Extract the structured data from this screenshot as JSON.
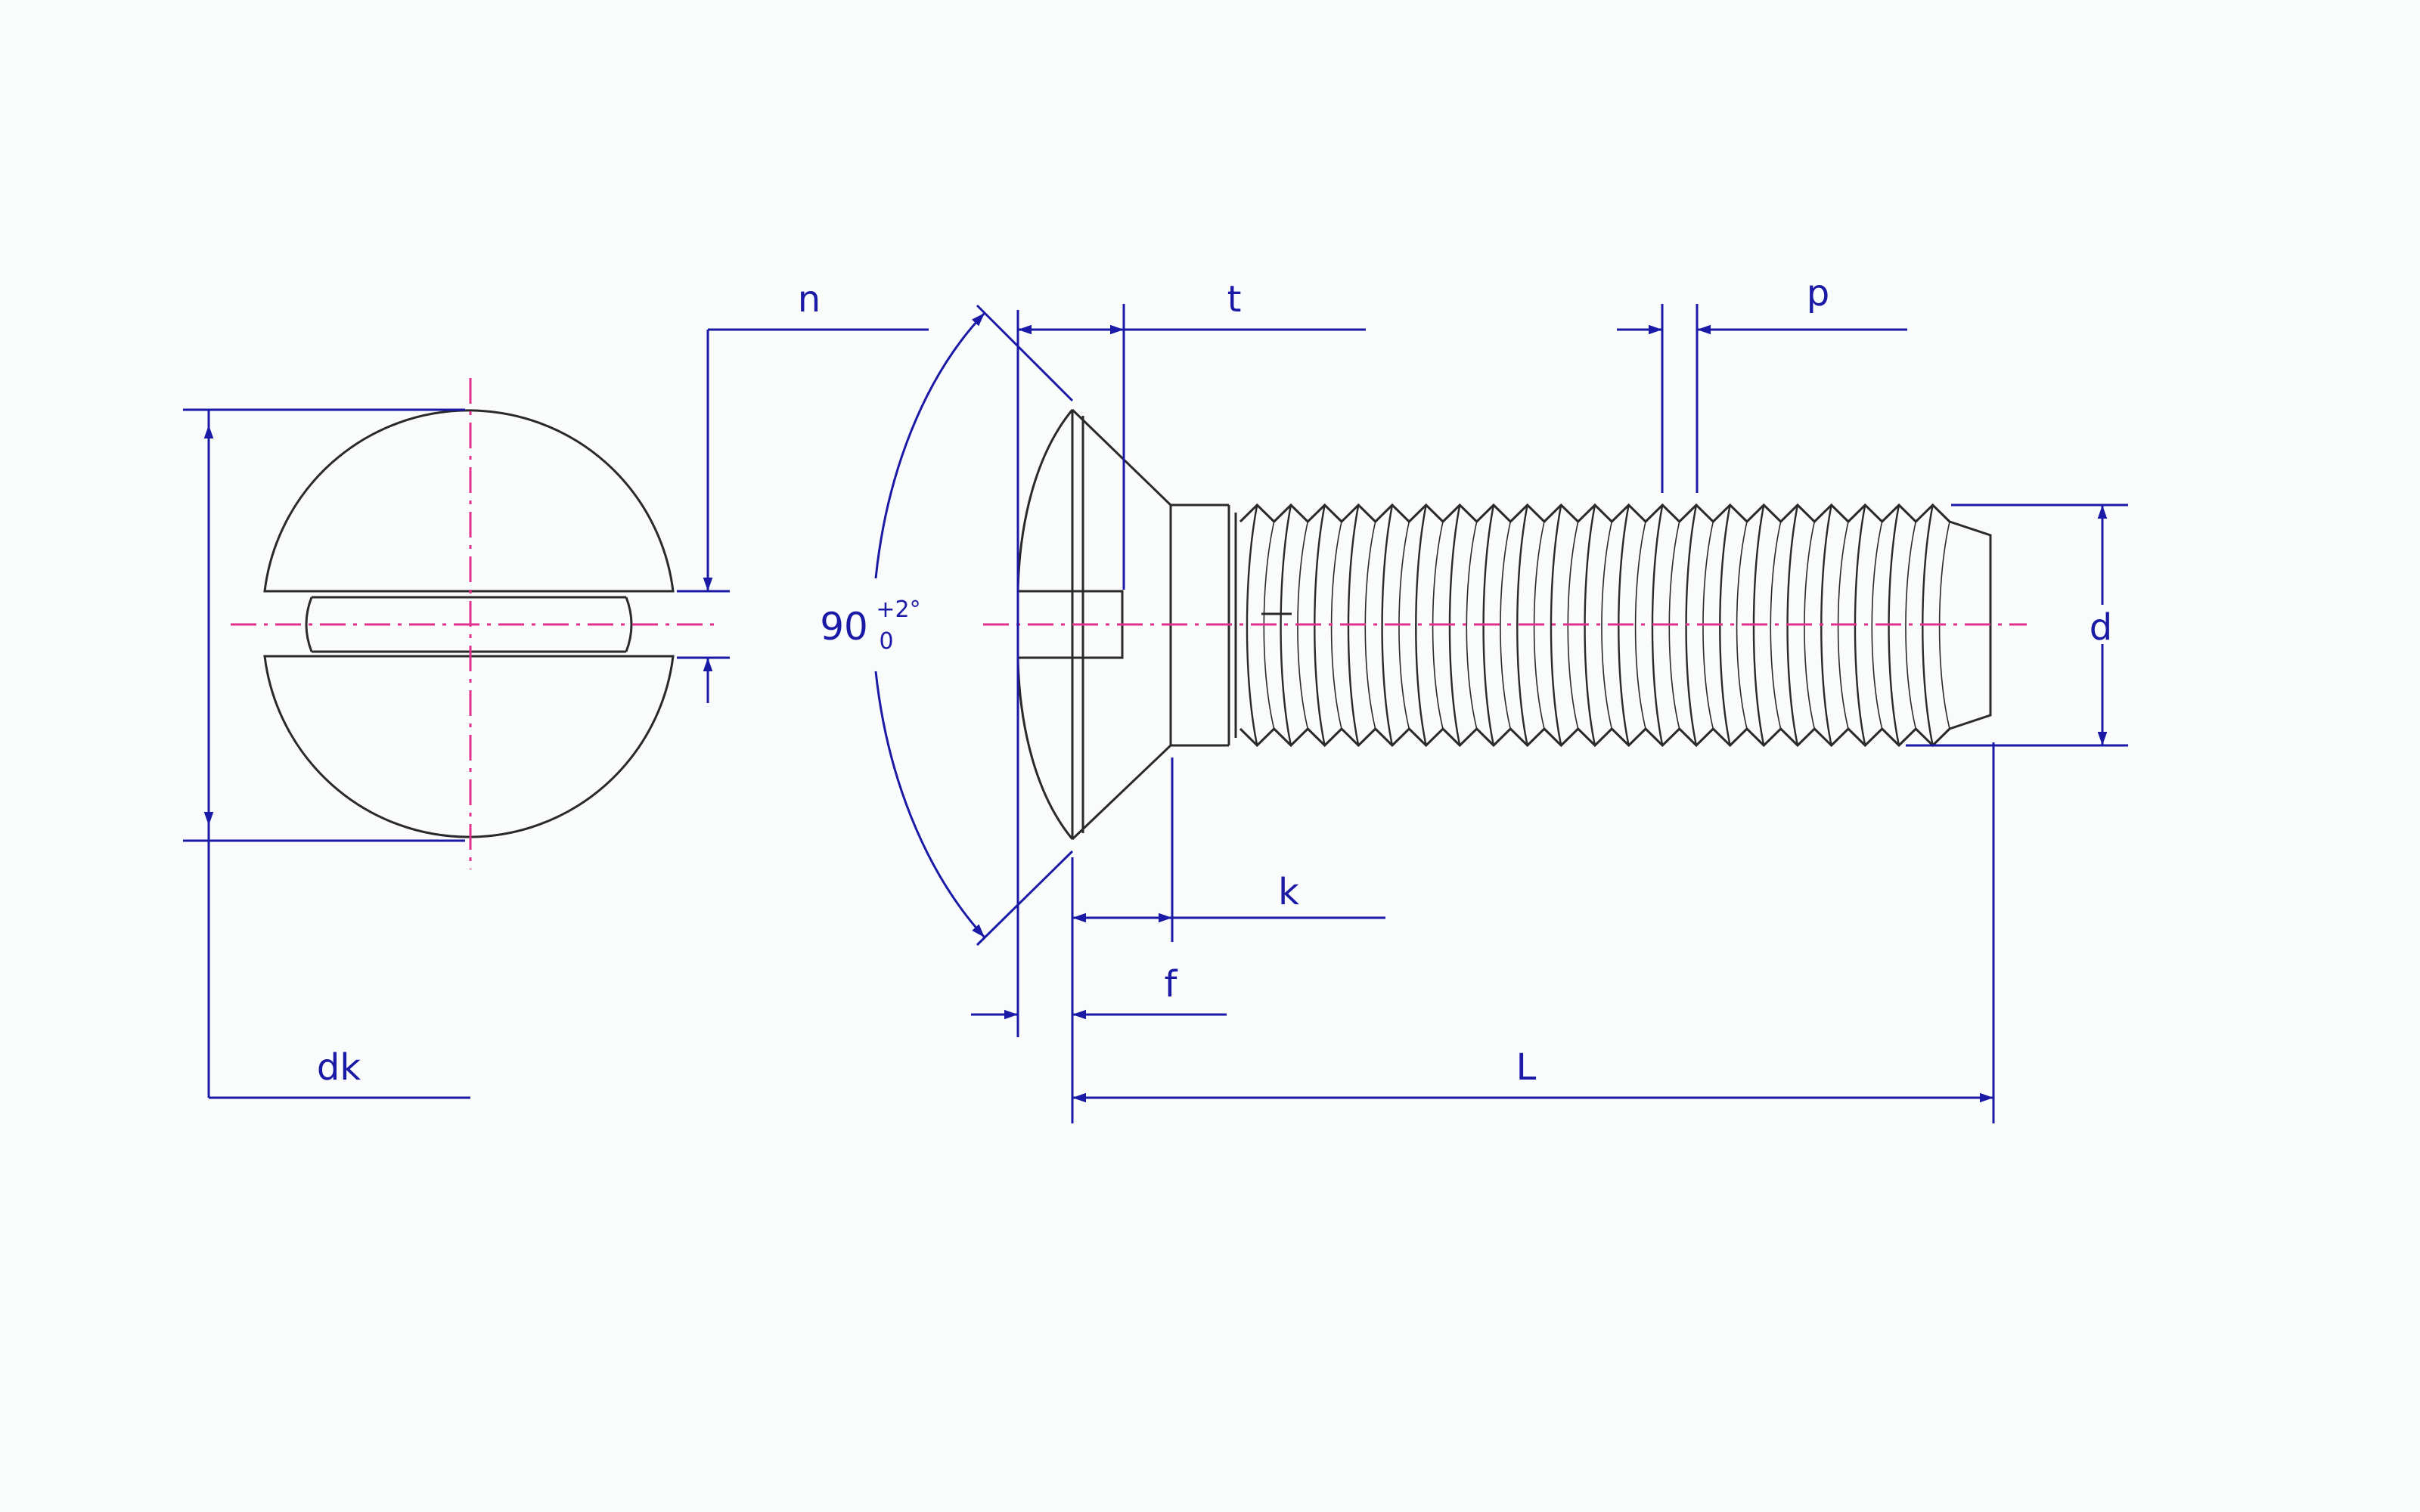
{
  "labels": {
    "n": "n",
    "t": "t",
    "p": "p",
    "d": "d",
    "k": "k",
    "f": "f",
    "dk": "dk",
    "L": "L"
  },
  "angle": {
    "value": "90",
    "tol_upper": "+2°",
    "tol_lower": "0"
  },
  "colors": {
    "background": "#fafbfb",
    "outline": "#2a2a2a",
    "dimension": "#1a1aa6",
    "centerline": "#e0308c"
  }
}
